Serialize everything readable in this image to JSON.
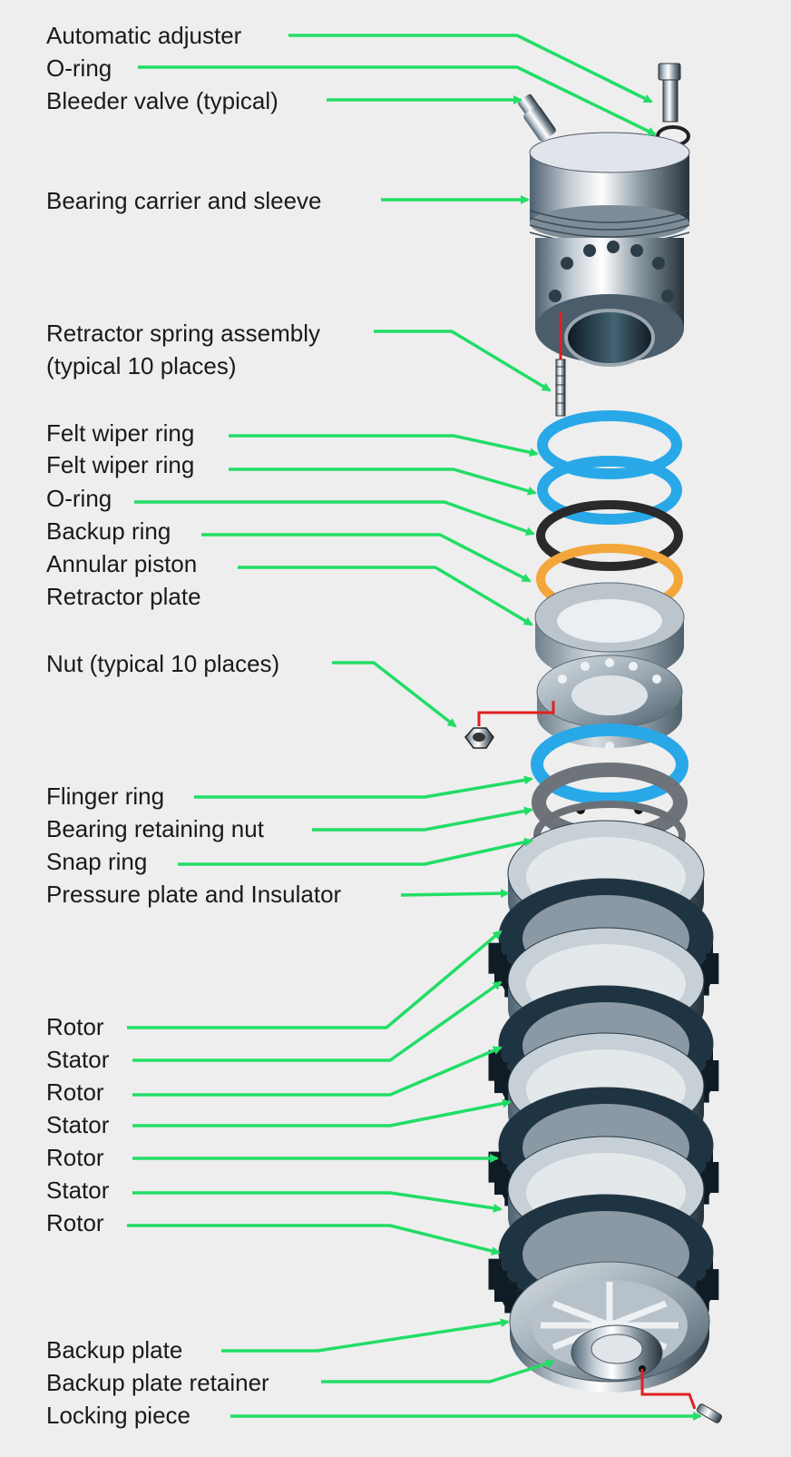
{
  "labels": [
    {
      "id": "automatic_adjuster",
      "text": "Automatic adjuster"
    },
    {
      "id": "o_ring_top",
      "text": "O-ring"
    },
    {
      "id": "bleeder_valve",
      "text": "Bleeder valve (typical)"
    },
    {
      "id": "bearing_carrier",
      "text": "Bearing carrier and sleeve"
    },
    {
      "id": "retractor_spring_1",
      "text": "Retractor spring assembly"
    },
    {
      "id": "retractor_spring_2",
      "text": "(typical 10 places)"
    },
    {
      "id": "felt_wiper_1",
      "text": "Felt wiper ring"
    },
    {
      "id": "felt_wiper_2",
      "text": "Felt wiper ring"
    },
    {
      "id": "o_ring_mid",
      "text": "O-ring"
    },
    {
      "id": "backup_ring",
      "text": "Backup ring"
    },
    {
      "id": "annular_piston",
      "text": "Annular piston"
    },
    {
      "id": "retractor_plate",
      "text": "Retractor plate"
    },
    {
      "id": "nut",
      "text": "Nut (typical 10 places)"
    },
    {
      "id": "flinger_ring",
      "text": "Flinger ring"
    },
    {
      "id": "bearing_retaining_nut",
      "text": "Bearing retaining nut"
    },
    {
      "id": "snap_ring",
      "text": "Snap ring"
    },
    {
      "id": "pressure_plate",
      "text": "Pressure plate and Insulator"
    },
    {
      "id": "rotor_1",
      "text": "Rotor"
    },
    {
      "id": "stator_1",
      "text": "Stator"
    },
    {
      "id": "rotor_2",
      "text": "Rotor"
    },
    {
      "id": "stator_2",
      "text": "Stator"
    },
    {
      "id": "rotor_3",
      "text": "Rotor"
    },
    {
      "id": "stator_3",
      "text": "Stator"
    },
    {
      "id": "rotor_4",
      "text": "Rotor"
    },
    {
      "id": "backup_plate",
      "text": "Backup plate"
    },
    {
      "id": "backup_plate_retainer",
      "text": "Backup plate retainer"
    },
    {
      "id": "locking_piece",
      "text": "Locking piece"
    }
  ],
  "colors": {
    "background": "#eeeeee",
    "leader": "#22dd66",
    "felt_ring": "#29a8e8",
    "o_ring": "#2a2a2a",
    "backup_ring": "#f3a63a",
    "metal_light": "#c9d3da",
    "metal_dark": "#1c2e3a",
    "accent_line": "#e02020"
  }
}
